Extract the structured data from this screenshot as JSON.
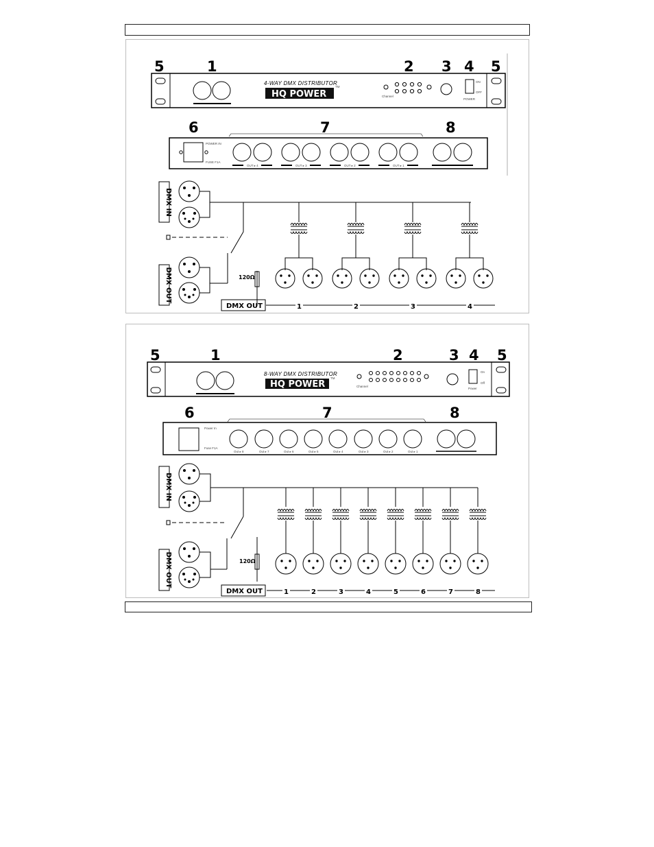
{
  "diagram_4way": {
    "callouts": [
      "5",
      "1",
      "2",
      "3",
      "4",
      "5",
      "6",
      "7",
      "8"
    ],
    "logo_title": "4-WAY DMX  DISTRIBUTOR",
    "brand": "HQ POWER",
    "trademark": "TM",
    "front_tiny": {
      "channel": "Channel",
      "power": "POWER",
      "on": "ON",
      "off": "OFF"
    },
    "rear_tiny": {
      "power_in": "POWER IN",
      "fuse": "FUSE F1A"
    },
    "output_labels": [
      "OUT ▸ 4",
      "OUT ▸ 3",
      "OUT ▸ 2",
      "OUT ▸ 1"
    ],
    "dmx_in": "DMX IN",
    "dmx_out_vertical": "DMX OUT",
    "resistor": "120Ω",
    "dmx_out": "DMX OUT",
    "outputs": [
      "1",
      "2",
      "3",
      "4"
    ]
  },
  "diagram_8way": {
    "callouts": [
      "5",
      "1",
      "2",
      "3",
      "4",
      "5",
      "6",
      "7",
      "8"
    ],
    "logo_title": "8-WAY DMX  DISTRIBUTOR",
    "brand": "HQ POWER",
    "trademark": "TM",
    "front_tiny": {
      "channel": "Channel",
      "power": "Power",
      "on": "On",
      "off": "Off"
    },
    "rear_tiny": {
      "power_in": "Power In",
      "fuse": "Fuse F1A"
    },
    "output_labels": [
      "Out ▸ 8",
      "Out ▸ 7",
      "Out ▸ 6",
      "Out ▸ 5",
      "Out ▸ 4",
      "Out ▸ 3",
      "Out ▸ 2",
      "Out ▸ 1"
    ],
    "dmx_in": "DMX IN",
    "dmx_out_vertical": "DMX OUT",
    "resistor": "120Ω",
    "dmx_out": "DMX OUT",
    "outputs": [
      "1",
      "2",
      "3",
      "4",
      "5",
      "6",
      "7",
      "8"
    ]
  },
  "colors": {
    "ink": "#000000",
    "frame": "#222222",
    "panel_border": "#bdbdbd"
  }
}
